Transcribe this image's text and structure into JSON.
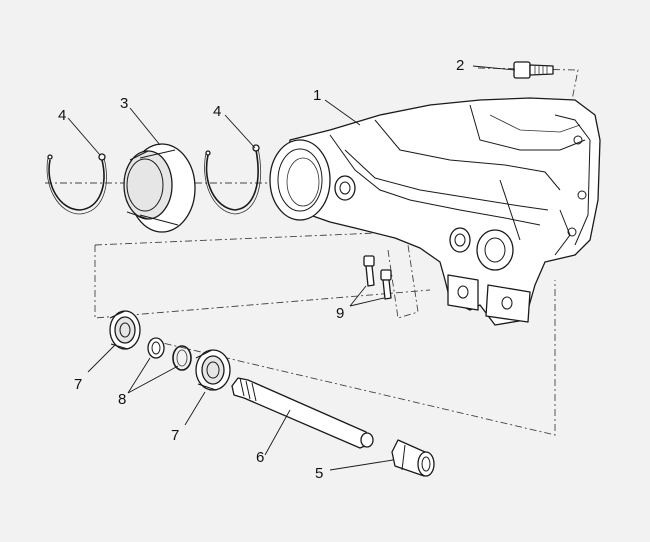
{
  "callouts": [
    {
      "key": "c1",
      "number": "1"
    },
    {
      "key": "c2",
      "number": "2"
    },
    {
      "key": "c3",
      "number": "3"
    },
    {
      "key": "c4a",
      "number": "4"
    },
    {
      "key": "c4b",
      "number": "4"
    },
    {
      "key": "c5",
      "number": "5"
    },
    {
      "key": "c6",
      "number": "6"
    },
    {
      "key": "c7a",
      "number": "7"
    },
    {
      "key": "c7b",
      "number": "7"
    },
    {
      "key": "c8",
      "number": "8"
    },
    {
      "key": "c9",
      "number": "9"
    }
  ],
  "colors": {
    "background": "#f2f2f2",
    "line": "#1a1a1a",
    "fill": "#ffffff"
  }
}
